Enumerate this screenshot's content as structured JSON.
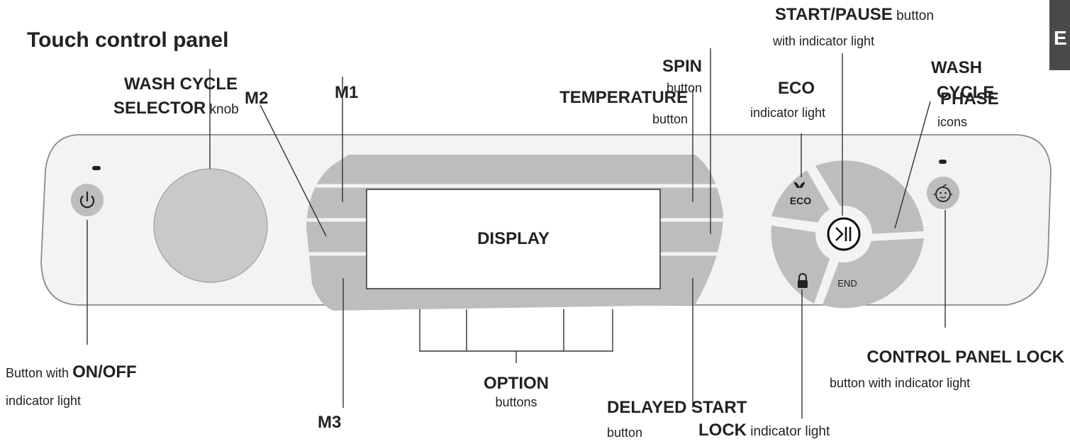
{
  "title": "Touch control panel",
  "side_tab": "E",
  "display_text": "DISPLAY",
  "labels": {
    "wash_cycle_selector": {
      "line1": "WASH CYCLE",
      "line2_bold": "SELECTOR",
      "line2_normal": " knob"
    },
    "m1": "M1",
    "m2": "M2",
    "m3": "M3",
    "spin": {
      "bold": "SPIN",
      "normal": "button"
    },
    "temperature": {
      "bold": "TEMPERATURE",
      "normal": "button"
    },
    "eco": {
      "bold": "ECO",
      "normal": "indicator light"
    },
    "start_pause": {
      "bold": "START/PAUSE",
      "normal": " button",
      "line2": "with indicator light"
    },
    "wash_cycle_phase": {
      "line1": "WASH",
      "line2": "CYCLE",
      "line3": "PHASE",
      "normal": "icons"
    },
    "on_off": {
      "normal_before": "Button with ",
      "bold": "ON/OFF",
      "line2": "indicator light"
    },
    "option": {
      "bold": "OPTION",
      "normal": "buttons"
    },
    "delayed_start": {
      "bold": "DELAYED START",
      "normal": "button"
    },
    "control_panel_lock": {
      "bold": "CONTROL PANEL LOCK",
      "normal": "button with indicator light"
    },
    "lock": {
      "bold": "LOCK",
      "normal": " indicator light"
    }
  },
  "panel_text": {
    "eco": "ECO",
    "end": "END"
  },
  "icons": {
    "power": "power-icon",
    "eco_leaf": "leaf-icon",
    "start_pause": "play-pause-icon",
    "padlock": "padlock-icon",
    "child_lock": "baby-face-icon"
  },
  "colors": {
    "panel_fill": "#f3f3f3",
    "panel_stroke": "#8a8a8a",
    "element_gray": "#bdbdbd",
    "knob": "#c9c9c9",
    "tab": "#4a4a4a"
  }
}
